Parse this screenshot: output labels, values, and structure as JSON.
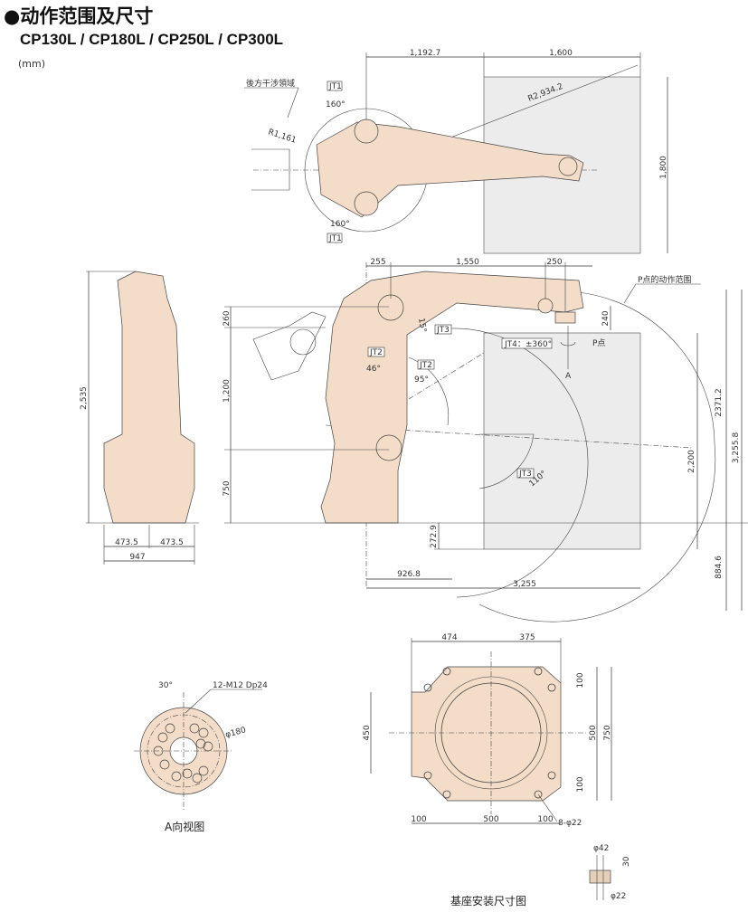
{
  "header": {
    "title": "●动作范围及尺寸",
    "models": "CP130L / CP180L / CP250L / CP300L",
    "unit": "(mm)"
  },
  "top_view": {
    "dim_left": "1,192.7",
    "dim_right": "1,600",
    "dim_height": "1,800",
    "radius_reach": "R2,934.2",
    "radius_rear": "R1,161",
    "rear_label": "後方干涉領域",
    "jt1_label": "JT1",
    "angle_top": "160°",
    "angle_bottom": "160°"
  },
  "front_view": {
    "height": "2,535",
    "half_left": "473.5",
    "half_right": "473.5",
    "width": "947"
  },
  "side_view": {
    "d255": "255",
    "d1550": "1,550",
    "d250": "250",
    "p_range_label": "P点的动作范围",
    "d260": "260",
    "d1200": "1,200",
    "d750": "750",
    "d240": "240",
    "jt4_label": "JT4：±360°",
    "p_point": "P点",
    "a_label": "A",
    "jt3": "JT3",
    "jt2": "JT2",
    "a46": "46°",
    "a95": "95°",
    "a15": "15°",
    "a110": "110°",
    "d2371": "2371.2",
    "d2200": "2,200",
    "d3255_8": "3,255.8",
    "d884": "884.6",
    "d272": "272.9",
    "d926": "926.8",
    "d3255": "3,255"
  },
  "a_view": {
    "angle": "30°",
    "holes": "12-M12 Dp24",
    "diameter": "φ180",
    "caption": "A向视图"
  },
  "base_view": {
    "d474": "474",
    "d375": "375",
    "d450": "450",
    "d500v": "500",
    "d750": "750",
    "d100a": "100",
    "d100b": "100",
    "d100c": "100",
    "d500h": "500",
    "d100d": "100",
    "holes": "8-φ22",
    "caption": "基座安装尺寸图",
    "phi42": "φ42",
    "d30": "30",
    "phi22": "φ22"
  }
}
